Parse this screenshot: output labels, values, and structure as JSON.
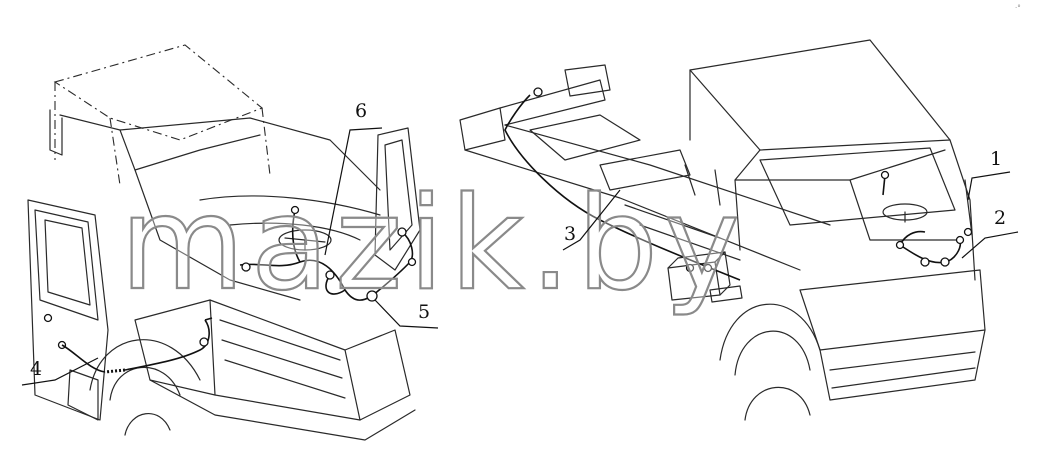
{
  "diagram": {
    "callouts": [
      {
        "id": "1",
        "label": "1"
      },
      {
        "id": "2",
        "label": "2"
      },
      {
        "id": "3",
        "label": "3"
      },
      {
        "id": "4",
        "label": "4"
      },
      {
        "id": "5",
        "label": "5"
      },
      {
        "id": "6",
        "label": "6"
      }
    ],
    "watermark": "mazik.by",
    "corner_mark": "·°"
  }
}
